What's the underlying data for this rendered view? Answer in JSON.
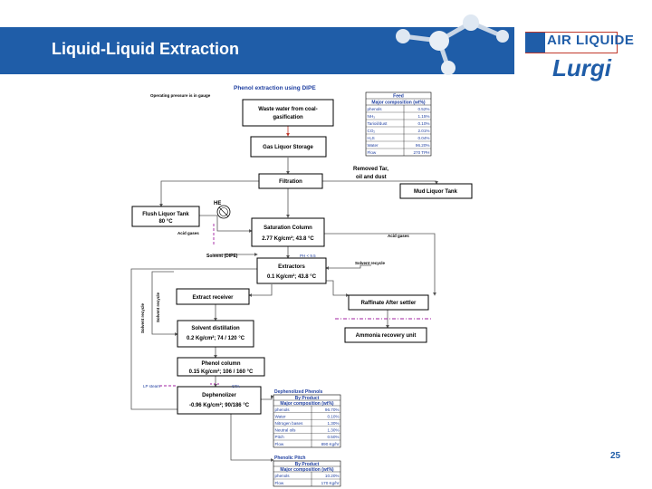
{
  "slide": {
    "title": "Liquid-Liquid Extraction",
    "page_number": "25",
    "logo": {
      "brand1": "AIR LIQUIDE",
      "brand2": "Lurgi"
    }
  },
  "diagram": {
    "heading": "Phenol extraction using DIPE",
    "note": "Operating pressure is in gauge",
    "nodes": {
      "waste_water": [
        "Waste water from coal-",
        "gasification"
      ],
      "gas_liquor": "Gas Liquor Storage",
      "filtration": "Filtration",
      "removed_tar": [
        "Removed Tar,",
        "oil and dust"
      ],
      "mud_liquor": "Mud Liquor Tank",
      "flush_liquor": [
        "Flush Liquor Tank",
        "80 °C"
      ],
      "he": "HE",
      "saturation": [
        "Saturation Column",
        "2.77 Kg/cm²; 43.8 °C"
      ],
      "extractors": [
        "Extractors",
        "0.1 Kg/cm²; 43.8 °C"
      ],
      "extract_receiver": "Extract receiver",
      "raffinate": "Raffinate After settler",
      "ammonia": "Ammonia recovery unit",
      "solvent_dist": [
        "Solvent distillation",
        "0.2 Kg/cm²; 74 / 120 °C"
      ],
      "phenol_col": [
        "Phenol column",
        "0.15 Kg/cm²; 106 / 160 °C"
      ],
      "dephenol": [
        "Dephenolizer",
        "-0.96 Kg/cm²; 90/186 °C"
      ]
    },
    "labels": {
      "acid_gases_left": "Acid gases",
      "acid_gases_right": "Acid gases",
      "solvent_dipe": "Solvent (DIPE)",
      "ph": "PH < 9.5",
      "solvent_recycle_right": "Solvent recycle",
      "solvent_recycle_v1": "Solvent recycle",
      "solvent_recycle_v2": "Solvent recycle",
      "lp_steam": "LP steam",
      "cta": "CTA"
    },
    "feed_table": {
      "title": "Feed",
      "subtitle": "Major composition (wt%)",
      "rows": [
        [
          "phenols",
          "0.52%"
        ],
        [
          "NH₃",
          "1.15%"
        ],
        [
          "Tarioil/dust",
          "0.10%"
        ],
        [
          "CO₂",
          "2.01%"
        ],
        [
          "H₂S",
          "0.04%"
        ],
        [
          "Water",
          "96.20%"
        ],
        [
          "Flow",
          "270 TPH"
        ]
      ]
    },
    "dephenol_table": {
      "caption": "Dephenolized Phenols",
      "title": "By Product",
      "subtitle": "Major composition (wt%)",
      "rows": [
        [
          "phenols",
          "96.70%"
        ],
        [
          "Water",
          "0.10%"
        ],
        [
          "Nitrogen bases",
          "1.30%"
        ],
        [
          "Neutral oils",
          "1.30%"
        ],
        [
          "Pitch",
          "0.50%"
        ],
        [
          "Flow",
          "890 Kg/hr"
        ]
      ]
    },
    "pitch_table": {
      "caption": "Phenolic Pitch",
      "title": "By Product",
      "subtitle": "Major composition (wt%)",
      "rows": [
        [
          "phenols",
          "10.20%"
        ],
        [
          "Flow",
          "170 Kg/hr"
        ]
      ]
    }
  },
  "colors": {
    "header": "#1f5da8",
    "table_text": "#1f3fa0",
    "dash_purple": "#a020a0",
    "arrow_red": "#c0392b"
  }
}
